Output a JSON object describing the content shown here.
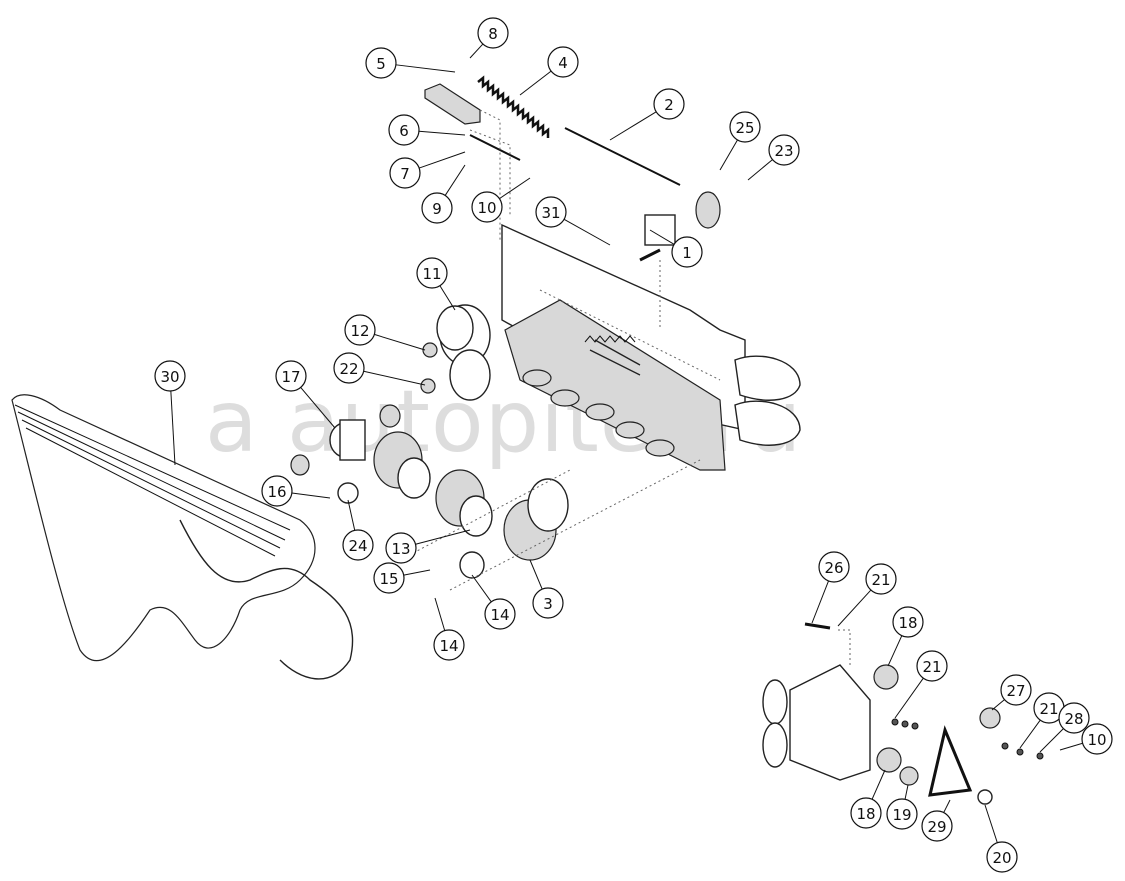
{
  "diagram": {
    "title": "Exploded parts diagram",
    "watermark": "a autopiter.ru",
    "callouts": [
      "8",
      "5",
      "4",
      "2",
      "25",
      "6",
      "23",
      "7",
      "9",
      "10",
      "31",
      "1",
      "11",
      "12",
      "22",
      "30",
      "17",
      "16",
      "24",
      "13",
      "15",
      "14",
      "3",
      "14",
      "26",
      "21",
      "18",
      "21",
      "27",
      "21",
      "28",
      "10",
      "18",
      "19",
      "29",
      "20"
    ]
  }
}
